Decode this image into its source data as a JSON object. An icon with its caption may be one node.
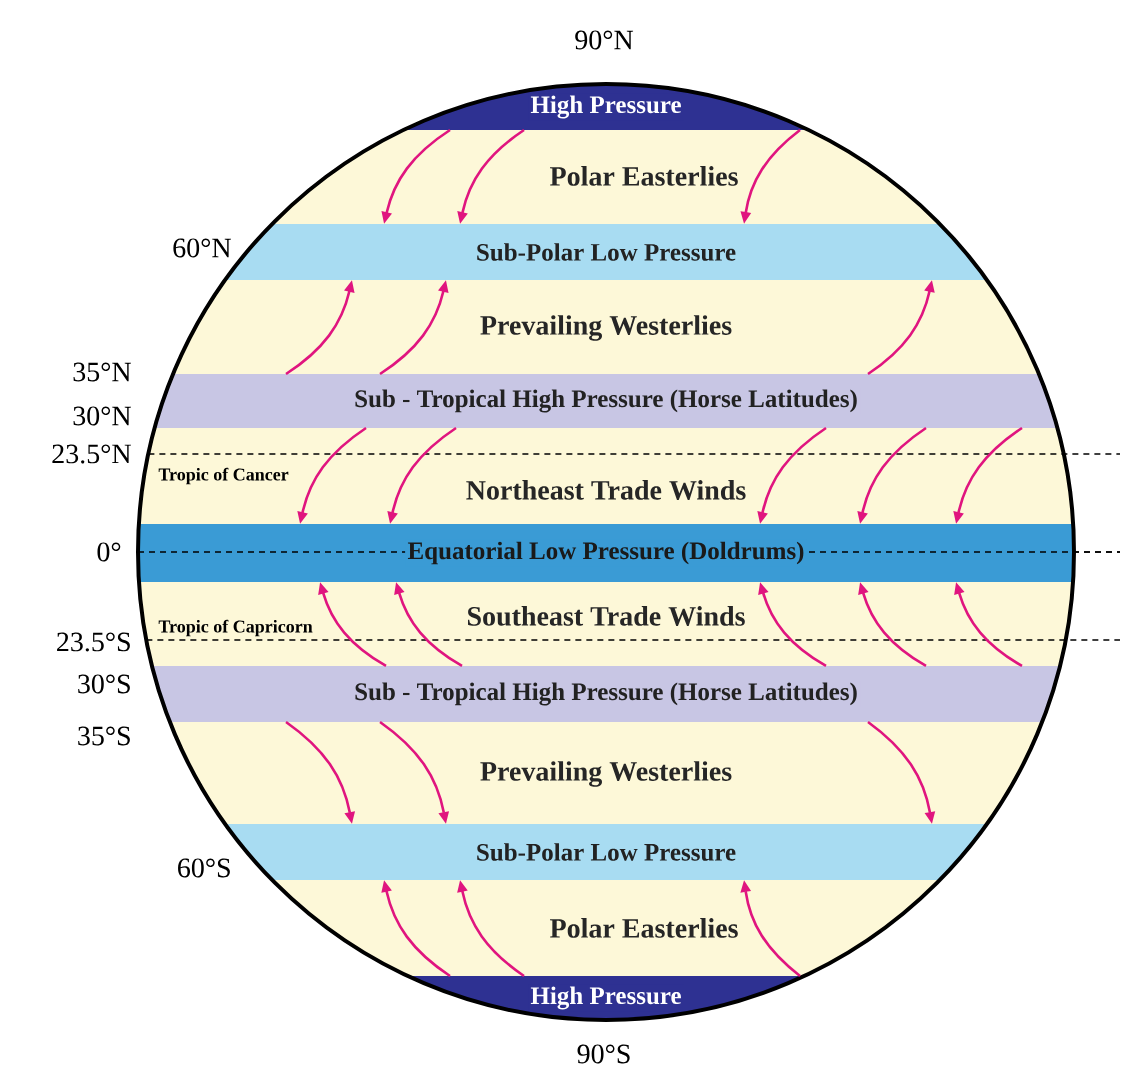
{
  "diagram": {
    "nodes": [
      {
        "text": [
          "High Pressure"
        ]
      },
      {
        "text": [
          "Sub-Polar Low Pressure"
        ]
      },
      {
        "text": [
          "Sub - Tropical High Pressure  (Horse Latitudes)"
        ]
      },
      {
        "text": [
          "Equatorial Low  Pressure (Doldrums)"
        ]
      },
      {
        "text": [
          "Sub - Tropical High  Pressure (Horse Latitudes)"
        ]
      },
      {
        "text": [
          "Sub-Polar Low Pressure"
        ]
      },
      {
        "text": [
          "High Pressure"
        ]
      }
    ],
    "edges": [
      {
        "from": 0,
        "to": 1,
        "arrow": "to"
      },
      {
        "from": 0,
        "to": 1,
        "arrow": "to"
      },
      {
        "from": 0,
        "to": 1,
        "arrow": "to"
      },
      {
        "from": 2,
        "to": 1,
        "arrow": "to"
      },
      {
        "from": 2,
        "to": 1,
        "arrow": "to"
      },
      {
        "from": 2,
        "to": 1,
        "arrow": "to"
      },
      {
        "from": 2,
        "to": 3,
        "arrow": "to"
      },
      {
        "from": 2,
        "to": 3,
        "arrow": "to"
      },
      {
        "from": 2,
        "to": 3,
        "arrow": "to"
      },
      {
        "from": 2,
        "to": 3,
        "arrow": "to"
      },
      {
        "from": 2,
        "to": 3,
        "arrow": "to"
      },
      {
        "from": 4,
        "to": 3,
        "arrow": "to"
      },
      {
        "from": 4,
        "to": 3,
        "arrow": "to"
      },
      {
        "from": 4,
        "to": 3,
        "arrow": "to"
      },
      {
        "from": 4,
        "to": 3,
        "arrow": "to"
      },
      {
        "from": 4,
        "to": 3,
        "arrow": "to"
      },
      {
        "from": 4,
        "to": 5,
        "arrow": "to"
      },
      {
        "from": 4,
        "to": 5,
        "arrow": "to"
      },
      {
        "from": 4,
        "to": 5,
        "arrow": "to"
      },
      {
        "from": 6,
        "to": 5,
        "arrow": "to"
      },
      {
        "from": 6,
        "to": 5,
        "arrow": "to"
      },
      {
        "from": 6,
        "to": 5,
        "arrow": "to"
      }
    ],
    "labels": [
      "90°N",
      "Polar  Easterlies",
      "60°N",
      "Prevailing  Westerlies",
      "35°N",
      "30°N",
      "23.5°N",
      "Tropic of Cancer",
      "Northeast  Trade  Winds",
      "0°",
      "Southeast  Trade  Winds",
      "Tropic of Capricorn",
      "23.5°S",
      "30°S",
      "35°S",
      "Prevailing  Westerlies",
      "60°S",
      "Polar  Easterlies",
      "90°S"
    ]
  }
}
